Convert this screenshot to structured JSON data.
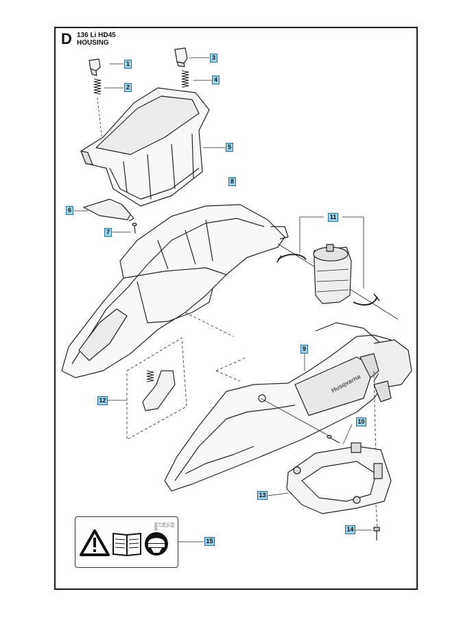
{
  "header": {
    "section": "D",
    "model": "136 Li HD45",
    "section_title": "HOUSING"
  },
  "callouts": [
    "1",
    "2",
    "3",
    "4",
    "5",
    "6",
    "7",
    "8",
    "9",
    "10",
    "11",
    "12",
    "13",
    "14",
    "15"
  ],
  "product_marking": "Husqvarna",
  "safety_label": {
    "icons": [
      "warning-triangle-icon",
      "instruction-manual-icon",
      "protective-equipment-icon"
    ],
    "code": "E5 UL 60 17 M06"
  }
}
